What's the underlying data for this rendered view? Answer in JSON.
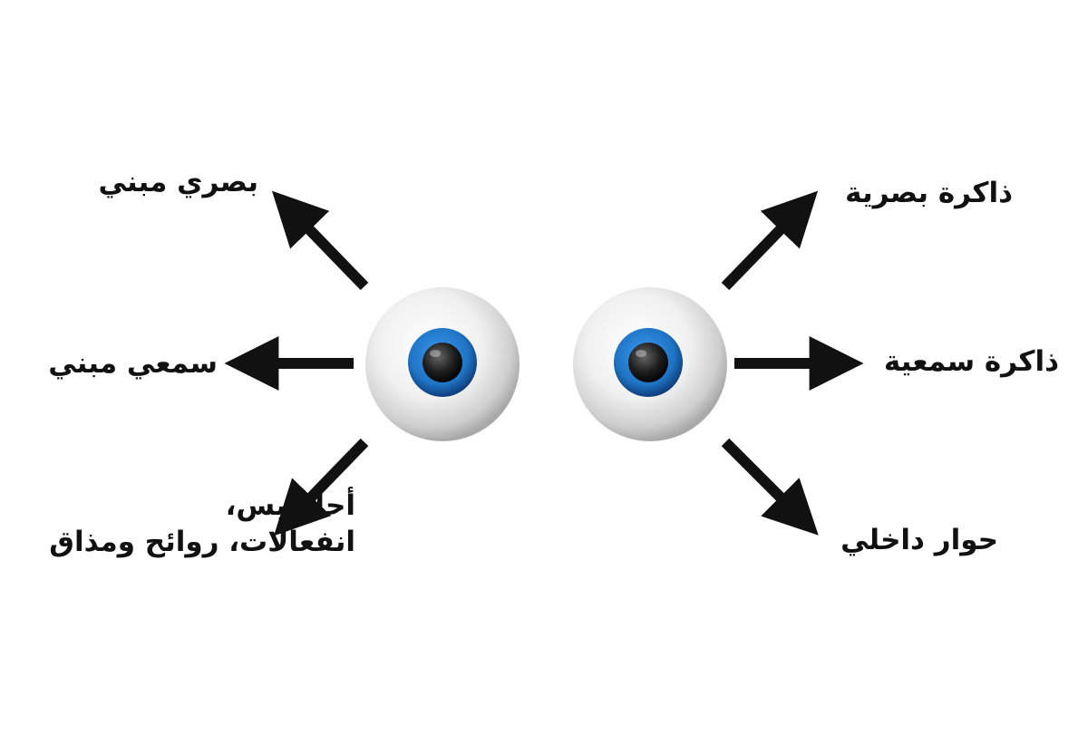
{
  "colors": {
    "background": "#ffffff",
    "arrow": "#111111",
    "text": "#111111",
    "iris": "#1f74c5",
    "iris_dark": "#0f3e7a",
    "pupil": "#1a1a1a",
    "eyeball": "#f2f2f2"
  },
  "icons": {
    "left_eye": "eye-icon",
    "right_eye": "eye-icon",
    "arrow": "arrow-icon"
  },
  "left_labels": {
    "top": "بصري مبني",
    "middle": "سمعي مبني",
    "bottom_line1": "أحاسيس،",
    "bottom_line2": "انفعالات، روائح ومذاق"
  },
  "right_labels": {
    "top": "ذاكرة بصرية",
    "middle": "ذاكرة سمعية",
    "bottom": "حوار داخلي"
  }
}
